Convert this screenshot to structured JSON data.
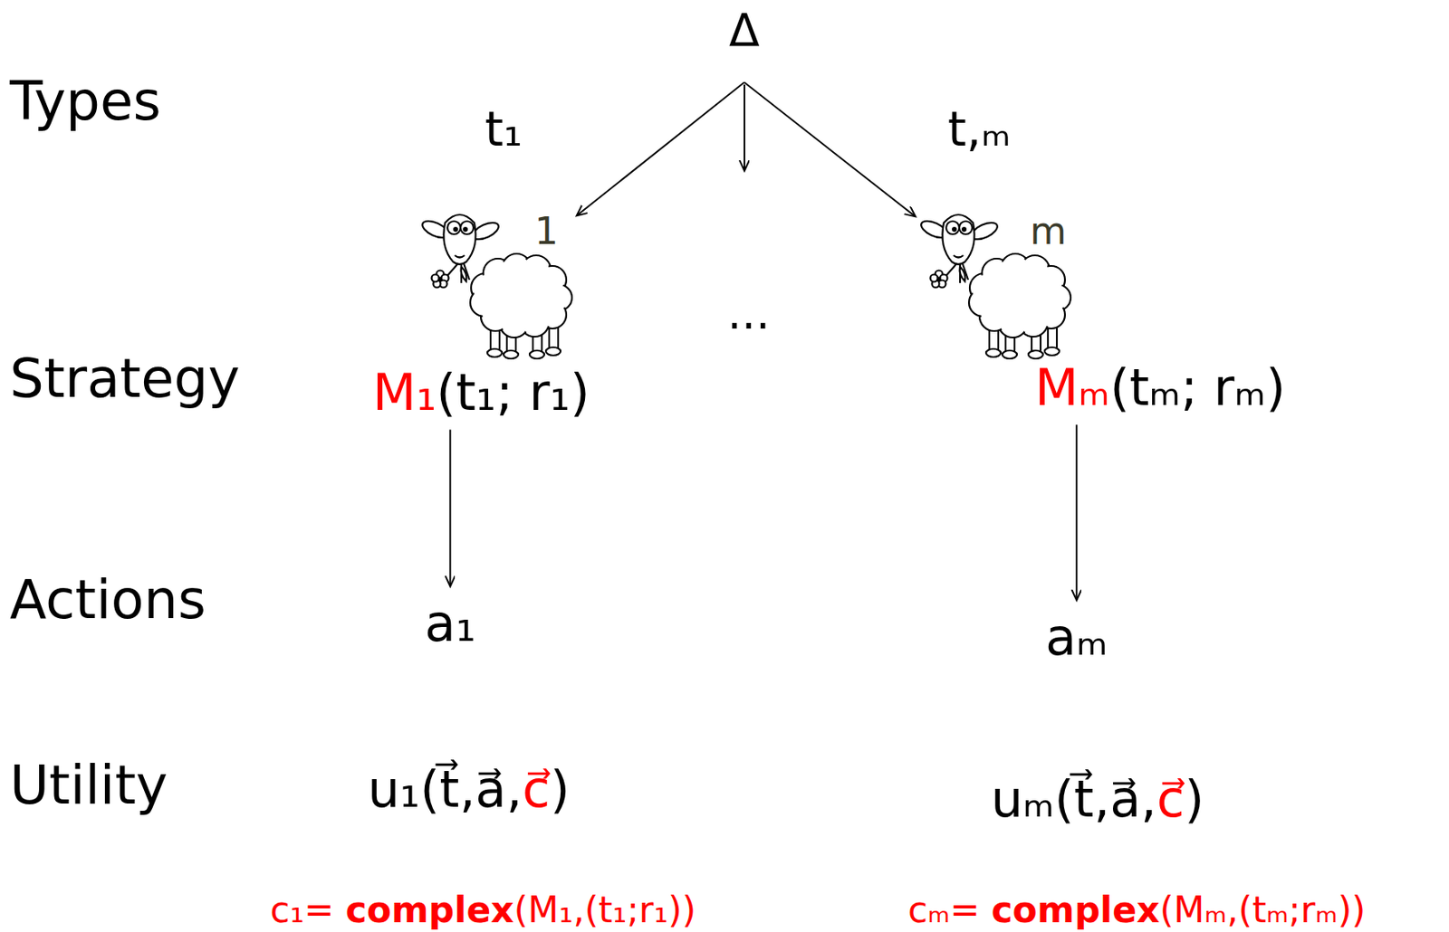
{
  "diagram": {
    "nodes": [
      {
        "text": [
          "Δ"
        ]
      },
      {
        "text": [
          "1"
        ]
      },
      {
        "text": [
          "m"
        ]
      },
      {
        "text": [
          "M₁(t₁; r₁)"
        ]
      },
      {
        "text": [
          "Mₘ(tₘ; rₘ)"
        ]
      },
      {
        "text": [
          "a₁"
        ]
      },
      {
        "text": [
          "aₘ"
        ]
      }
    ],
    "edges": [
      {
        "from": 0,
        "to": 1,
        "arrow": "to"
      },
      {
        "from": 0,
        "to": 2,
        "arrow": "to"
      },
      {
        "from": 3,
        "to": 5,
        "arrow": "to"
      },
      {
        "from": 4,
        "to": 6,
        "arrow": "to"
      }
    ],
    "labels": [
      "Types",
      "t₁",
      "t,ₘ",
      "...",
      "Strategy",
      "Actions",
      "Utility",
      "u₁(t⃗,a⃗,c⃗)",
      "uₘ(t⃗,a⃗,c⃗)",
      "c₁= complex(M₁,(t₁;r₁))",
      "cₘ= complex(Mₘ,(tₘ;rₘ))"
    ]
  }
}
